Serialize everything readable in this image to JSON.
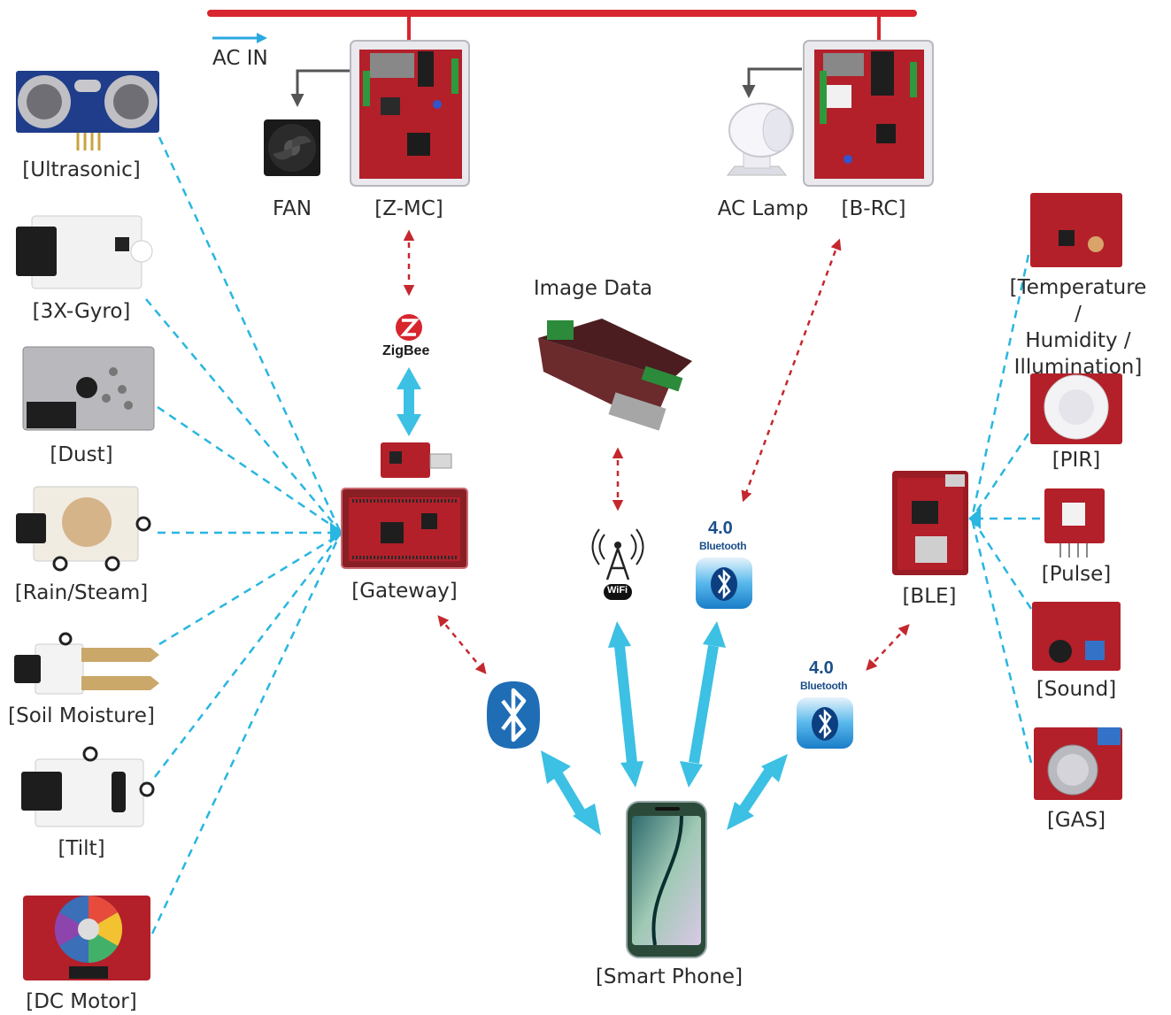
{
  "labels": {
    "ac_in": "AC IN",
    "fan": "FAN",
    "z_mc": "[Z-MC]",
    "ac_lamp": "AC Lamp",
    "b_rc": "[B-RC]",
    "image_data": "Image Data",
    "gateway": "[Gateway]",
    "smart_phone": "[Smart Phone]",
    "ble": "[BLE]"
  },
  "left_sensors": [
    "[Ultrasonic]",
    "[3X-Gyro]",
    "[Dust]",
    "[Rain/Steam]",
    "[Soil Moisture]",
    "[Tilt]",
    "[DC Motor]"
  ],
  "right_sensors": [
    "[Temperature /\nHumidity /\nIllumination]",
    "[PIR]",
    "[Pulse]",
    "[Sound]",
    "[GAS]"
  ],
  "logos": {
    "zigbee": "ZigBee",
    "bluetooth_version": "4.0",
    "bluetooth_word": "Bluetooth",
    "wifi_text": "WiFi"
  },
  "colors": {
    "power_line": "#d7262e",
    "sensor_link": "#29b6e0",
    "wireless_link": "#c4282e",
    "phone_link": "#3cc0e3",
    "board_red": "#b3202a"
  }
}
